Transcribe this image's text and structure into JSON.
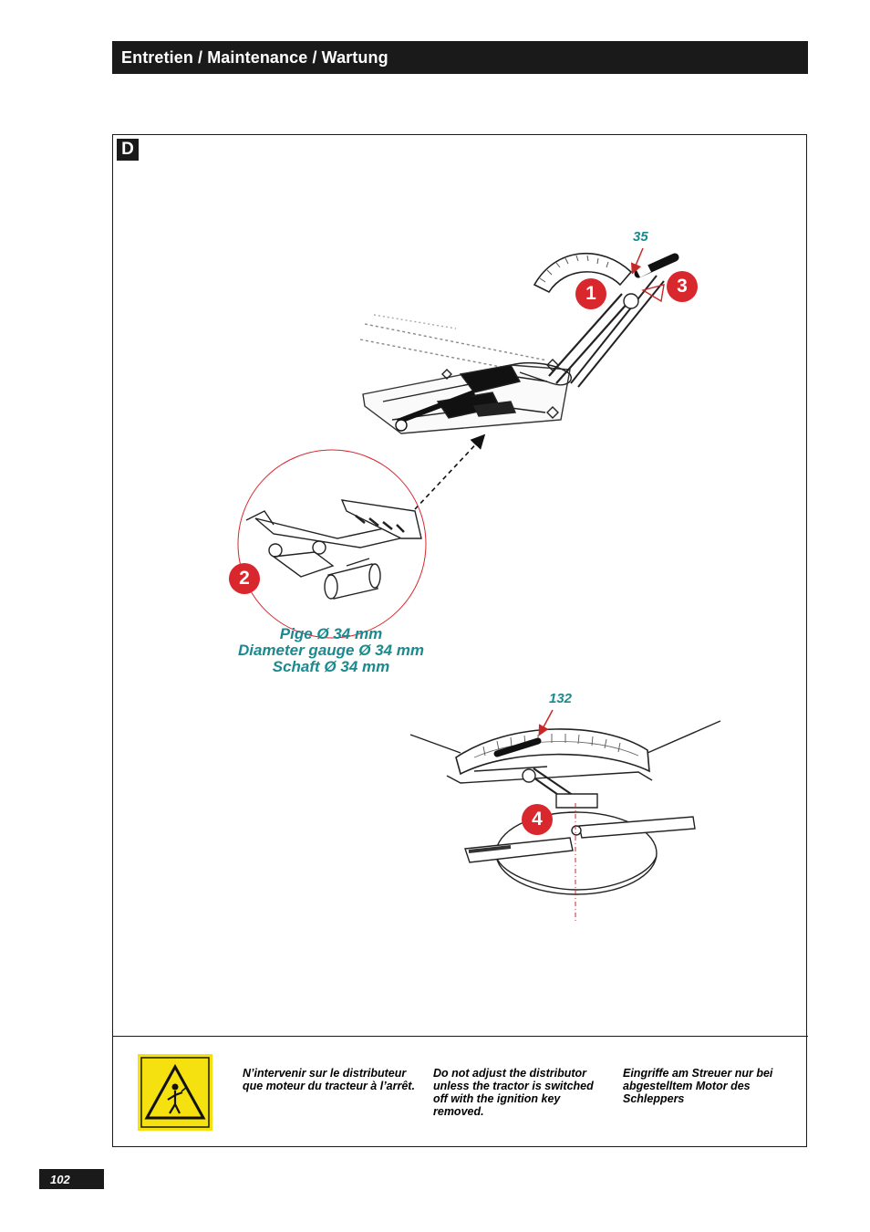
{
  "header": {
    "title": "Entretien / Maintenance / Wartung"
  },
  "section": {
    "label": "D"
  },
  "figure": {
    "callouts": {
      "top": "35",
      "bottom": "132"
    },
    "badges": [
      "1",
      "2",
      "3",
      "4"
    ],
    "caption": [
      "Pige Ø 34 mm",
      "Diameter gauge Ø 34 mm",
      "Schaft Ø 34 mm"
    ],
    "colors": {
      "badge": "#d9272e",
      "callout": "#1a8a8f",
      "warning": "#f5e010"
    }
  },
  "warning": {
    "icon": "warning-person-icon",
    "fr": "N’intervenir sur le distributeur que moteur du tracteur à l’arrêt.",
    "en": "Do not adjust the distributor unless the tractor is switched off with the ignition key removed.",
    "de": "Eingriffe am Streuer nur bei abgestelltem Motor des Schleppers"
  },
  "footer": {
    "page_number": "102"
  }
}
